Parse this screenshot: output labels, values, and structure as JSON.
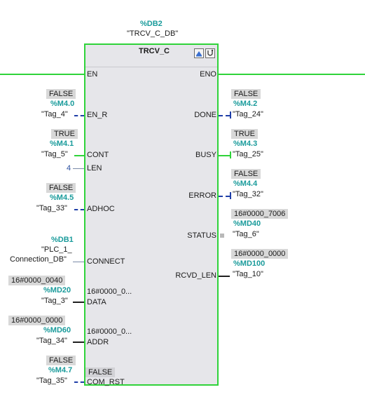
{
  "instance": {
    "db_address": "%DB2",
    "db_name": "\"TRCV_C_DB\""
  },
  "block": {
    "title": "TRCV_C"
  },
  "inputs": {
    "en": {
      "pin": "EN"
    },
    "en_r": {
      "pin": "EN_R",
      "value": "FALSE",
      "address": "%M4.0",
      "tag": "\"Tag_4\""
    },
    "cont": {
      "pin": "CONT",
      "value": "TRUE",
      "address": "%M4.1",
      "tag": "\"Tag_5\""
    },
    "len": {
      "pin": "LEN",
      "constant": "4"
    },
    "adhoc": {
      "pin": "ADHOC",
      "value": "FALSE",
      "address": "%M4.5",
      "tag": "\"Tag_33\""
    },
    "connect": {
      "pin": "CONNECT",
      "address": "%DB1",
      "tag_line1": "\"PLC_1_",
      "tag_line2": "Connection_DB\""
    },
    "data": {
      "pin": "DATA",
      "value": "16#0000_0040",
      "address": "%MD20",
      "tag": "\"Tag_3\"",
      "inner_value": "16#0000_0..."
    },
    "addr": {
      "pin": "ADDR",
      "value": "16#0000_0000",
      "address": "%MD60",
      "tag": "\"Tag_34\"",
      "inner_value": "16#0000_0..."
    },
    "com_rst": {
      "pin": "COM_RST",
      "value": "FALSE",
      "address": "%M4.7",
      "tag": "\"Tag_35\"",
      "inner_value": "FALSE"
    }
  },
  "outputs": {
    "eno": {
      "pin": "ENO"
    },
    "done": {
      "pin": "DONE",
      "value": "FALSE",
      "address": "%M4.2",
      "tag": "\"Tag_24\""
    },
    "busy": {
      "pin": "BUSY",
      "value": "TRUE",
      "address": "%M4.3",
      "tag": "\"Tag_25\""
    },
    "error": {
      "pin": "ERROR",
      "value": "FALSE",
      "address": "%M4.4",
      "tag": "\"Tag_32\""
    },
    "status": {
      "pin": "STATUS",
      "value": "16#0000_7006",
      "address": "%MD40",
      "tag": "\"Tag_6\""
    },
    "rcvd_len": {
      "pin": "RCVD_LEN",
      "value": "16#0000_0000",
      "address": "%MD100",
      "tag": "\"Tag_10\""
    }
  },
  "colors": {
    "powered": "#2fd33a",
    "address": "#1a9b9b",
    "dashed_link": "#1f3fa8",
    "block_fill": "#e6e6ea"
  }
}
